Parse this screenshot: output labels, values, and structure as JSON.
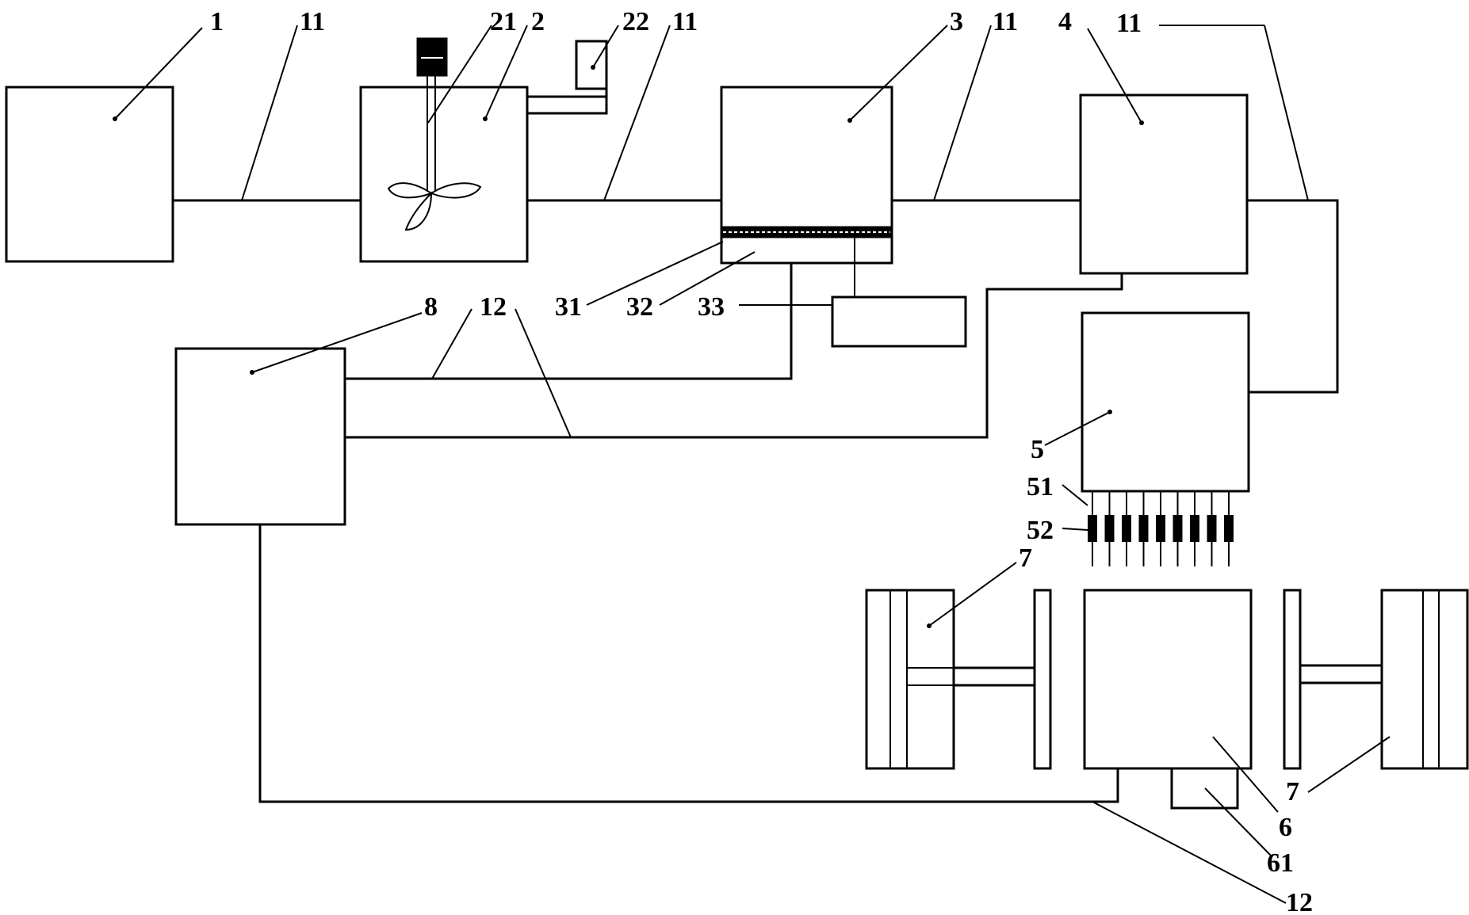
{
  "labels": {
    "l1": "1",
    "l11_a": "11",
    "l21": "21",
    "l2": "2",
    "l22": "22",
    "l11_b": "11",
    "l3": "3",
    "l11_c": "11",
    "l4": "4",
    "l11_d": "11",
    "l31": "31",
    "l32": "32",
    "l33": "33",
    "l8": "8",
    "l12_a": "12",
    "l5": "5",
    "l51": "51",
    "l52": "52",
    "l7_left": "7",
    "l7_right": "7",
    "l6": "6",
    "l61": "61",
    "l12_b": "12"
  },
  "nozzle_count": 9,
  "colors": {
    "line": "#000000",
    "background": "#ffffff"
  }
}
